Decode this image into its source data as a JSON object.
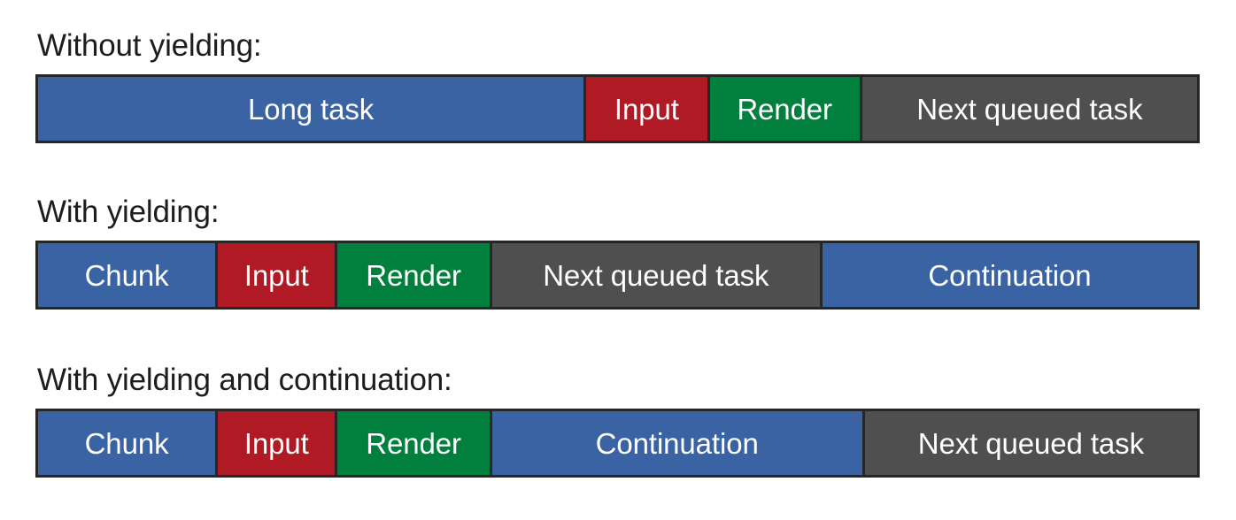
{
  "colors": {
    "blue": "#3a63a4",
    "red": "#b01a24",
    "green": "#00803c",
    "gray": "#4f4f4f",
    "outline": "#262626",
    "text_on_bar": "#ffffff",
    "caption_text": "#1d1d1d",
    "background": "#ffffff"
  },
  "chart_data": {
    "type": "bar",
    "title": "",
    "xlabel": "",
    "ylabel": "",
    "orientation": "horizontal-stacked-timeline",
    "legend": "none",
    "grid": false,
    "total_width_units": 1315,
    "rows": [
      {
        "caption": "Without yielding:",
        "segments": [
          {
            "label": "Long task",
            "color": "blue",
            "width_units": 622
          },
          {
            "label": "Input",
            "color": "red",
            "width_units": 140
          },
          {
            "label": "Render",
            "color": "green",
            "width_units": 173
          },
          {
            "label": "Next queued task",
            "color": "gray",
            "width_units": 380
          }
        ]
      },
      {
        "caption": "With yielding:",
        "segments": [
          {
            "label": "Chunk",
            "color": "blue",
            "width_units": 204
          },
          {
            "label": "Input",
            "color": "red",
            "width_units": 136
          },
          {
            "label": "Render",
            "color": "green",
            "width_units": 175
          },
          {
            "label": "Next queued task",
            "color": "gray",
            "width_units": 375
          },
          {
            "label": "Continuation",
            "color": "blue",
            "width_units": 425
          }
        ]
      },
      {
        "caption": "With yielding and continuation:",
        "segments": [
          {
            "label": "Chunk",
            "color": "blue",
            "width_units": 204
          },
          {
            "label": "Input",
            "color": "red",
            "width_units": 136
          },
          {
            "label": "Render",
            "color": "green",
            "width_units": 175
          },
          {
            "label": "Continuation",
            "color": "blue",
            "width_units": 423
          },
          {
            "label": "Next queued task",
            "color": "gray",
            "width_units": 377
          }
        ]
      }
    ]
  }
}
